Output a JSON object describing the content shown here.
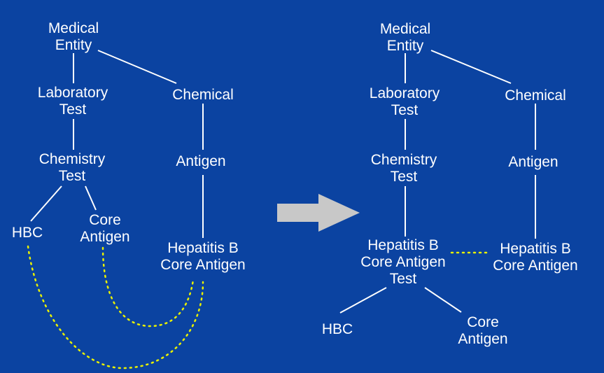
{
  "colors": {
    "background": "#0B43A1",
    "text": "#FFFFFF",
    "link": "#FFFFFF",
    "dotted_link": "#E8F000",
    "arrow": "#C8C8C8"
  },
  "left_tree": {
    "medical_entity": [
      "Medical",
      "Entity"
    ],
    "laboratory_test": [
      "Laboratory",
      "Test"
    ],
    "chemical": [
      "Chemical"
    ],
    "chemistry_test": [
      "Chemistry",
      "Test"
    ],
    "antigen": [
      "Antigen"
    ],
    "hbc": [
      "HBC"
    ],
    "core_antigen": [
      "Core",
      "Antigen"
    ],
    "hep_b_core_antigen": [
      "Hepatitis B",
      "Core Antigen"
    ]
  },
  "right_tree": {
    "medical_entity": [
      "Medical",
      "Entity"
    ],
    "laboratory_test": [
      "Laboratory",
      "Test"
    ],
    "chemical": [
      "Chemical"
    ],
    "chemistry_test": [
      "Chemistry",
      "Test"
    ],
    "antigen": [
      "Antigen"
    ],
    "hep_b_core_antigen_test": [
      "Hepatitis B",
      "Core Antigen",
      "Test"
    ],
    "hep_b_core_antigen": [
      "Hepatitis B",
      "Core Antigen"
    ],
    "hbc": [
      "HBC"
    ],
    "core_antigen": [
      "Core",
      "Antigen"
    ]
  },
  "transform_arrow": {
    "icon": "right-arrow-icon"
  }
}
